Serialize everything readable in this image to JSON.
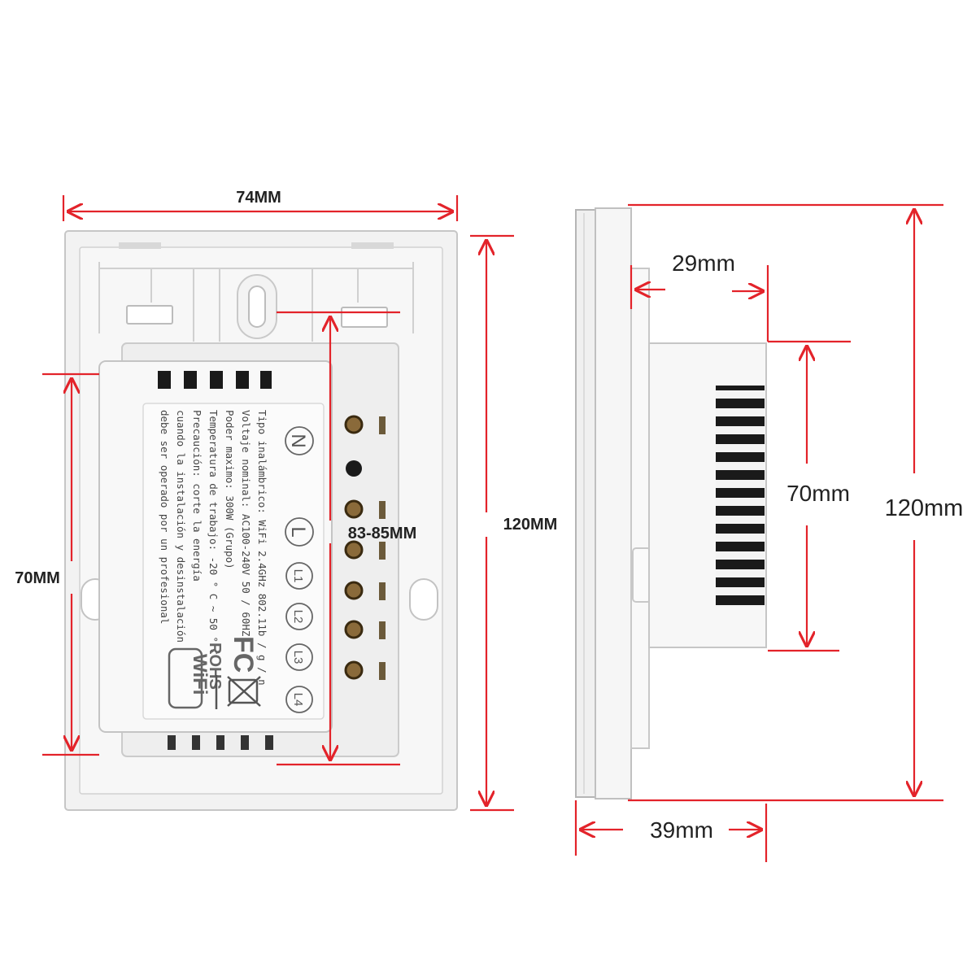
{
  "dimensions": {
    "back_width": "74MM",
    "back_height": "120MM",
    "back_mount": "70MM",
    "back_screw_span": "83-85MM",
    "side_protrusion": "29mm",
    "side_body": "70mm",
    "side_height": "120mm",
    "side_depth": "39mm"
  },
  "terminals": [
    "N",
    "L",
    "L1",
    "L2",
    "L3",
    "L4"
  ],
  "spec_lines": [
    "Tipo inalámbrico: WiFi 2.4GHz 802.11b / g / n",
    "Voltaje nominal: AC100-240V 50 / 60HZ",
    "Poder maximo: 300W (Grupo)",
    "Temperatura de trabajo: -20 ° C ~ 50 ° C",
    "Precaución: corte la energía",
    "cuando la instalación y desinstalación",
    "debe ser operado por un profesional"
  ],
  "logos": {
    "fcc": "FC",
    "rohs": "ROHS",
    "wifi": "WiFi"
  },
  "colors": {
    "dimension": "#e3232a",
    "plate": "#f2f2f2",
    "body": "#f6f6f6",
    "outline": "#b9b9b9",
    "slot": "#1a1a1a",
    "screw": "#8a6a3a"
  }
}
